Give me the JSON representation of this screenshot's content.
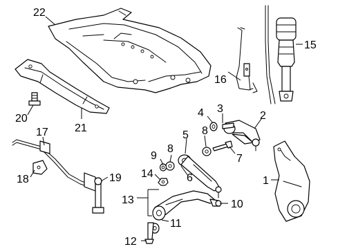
{
  "callouts": [
    {
      "id": "1",
      "text": "1"
    },
    {
      "id": "2",
      "text": "2"
    },
    {
      "id": "3",
      "text": "3"
    },
    {
      "id": "4",
      "text": "4"
    },
    {
      "id": "5",
      "text": "5"
    },
    {
      "id": "6",
      "text": "6"
    },
    {
      "id": "7",
      "text": "7"
    },
    {
      "id": "8a",
      "text": "8"
    },
    {
      "id": "8b",
      "text": "8"
    },
    {
      "id": "9",
      "text": "9"
    },
    {
      "id": "10",
      "text": "10"
    },
    {
      "id": "11",
      "text": "11"
    },
    {
      "id": "12",
      "text": "12"
    },
    {
      "id": "13",
      "text": "13"
    },
    {
      "id": "14",
      "text": "14"
    },
    {
      "id": "15",
      "text": "15"
    },
    {
      "id": "16",
      "text": "16"
    },
    {
      "id": "17",
      "text": "17"
    },
    {
      "id": "18",
      "text": "18"
    },
    {
      "id": "19",
      "text": "19"
    },
    {
      "id": "20",
      "text": "20"
    },
    {
      "id": "21",
      "text": "21"
    },
    {
      "id": "22",
      "text": "22"
    }
  ]
}
